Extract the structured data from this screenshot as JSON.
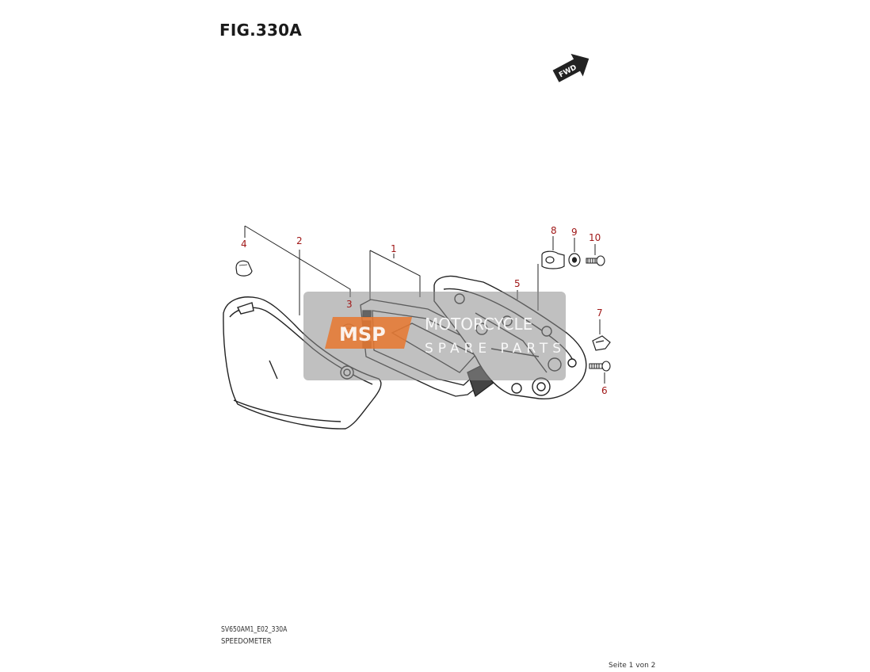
{
  "figure": {
    "title": "FIG.330A",
    "code": "SV650AM1_E02_330A",
    "name": "SPEEDOMETER",
    "page": "Seite 1 von 2",
    "forward_marker": "FWD"
  },
  "callouts": [
    "1",
    "2",
    "3",
    "4",
    "5",
    "6",
    "7",
    "8",
    "9",
    "10"
  ],
  "watermark": {
    "logo": "MSP",
    "line1": "MOTORCYCLE",
    "line2": "SPARE PARTS"
  },
  "colors": {
    "callout": "#a01818",
    "line": "#222222",
    "watermark_orange": "#e8772e",
    "watermark_gray": "#7a7a7a"
  }
}
